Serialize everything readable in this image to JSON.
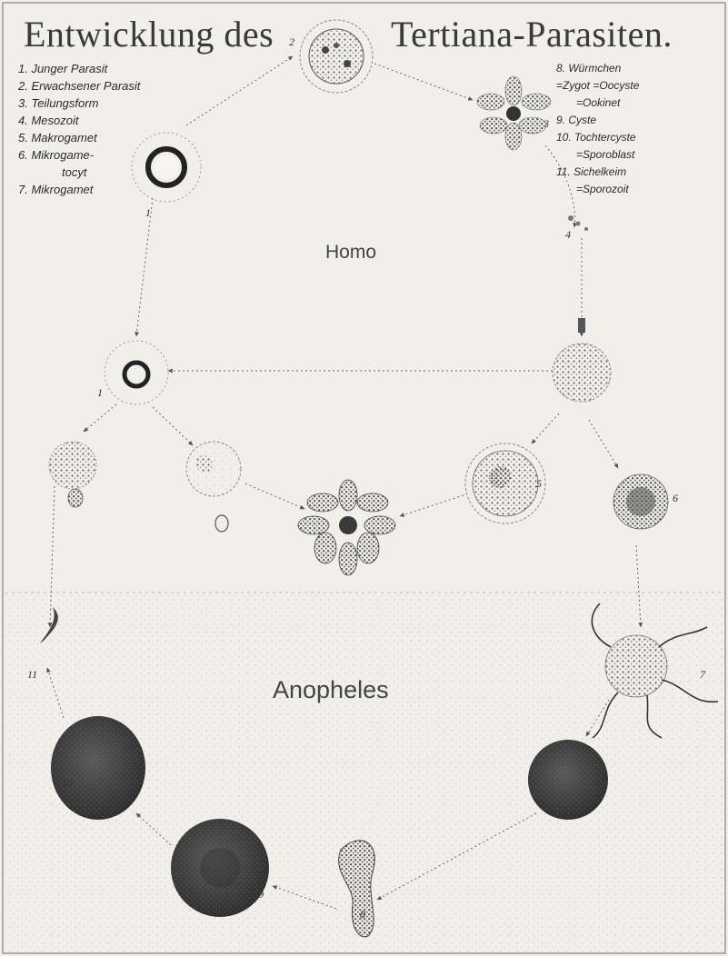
{
  "title": {
    "left": "Entwicklung des",
    "right": "Tertiana-Parasiten."
  },
  "legend_left": [
    "1. Junger Parasit",
    "2. Erwachsener Parasit",
    "3. Teilungsform",
    "4. Mesozoit",
    "5. Makrogamet",
    "6. Mikrogame-",
    "tocyt",
    "7. Mikrogamet"
  ],
  "legend_right": [
    "8. Würmchen",
    "=Zygot =Oocyste",
    "=Ookinet",
    "9. Cyste",
    "10. Tochtercyste",
    "=Sporoblast",
    "11. Sichelkeim",
    "=Sporozoit"
  ],
  "regions": {
    "homo": "Homo",
    "anopheles": "Anopheles"
  },
  "stage_numbers": {
    "s1a": "1",
    "s1b": "1",
    "s2": "2",
    "s3": "3",
    "s4": "4",
    "s5": "5",
    "s6": "6",
    "s7": "7",
    "s8": "8",
    "s9": "9",
    "s10": "10",
    "s11": "11"
  },
  "colors": {
    "paper": "#f1efe9",
    "ink": "#2a2a2a",
    "stipple": "#7a7a7a",
    "dark_cyst": "#3e3e3e"
  }
}
